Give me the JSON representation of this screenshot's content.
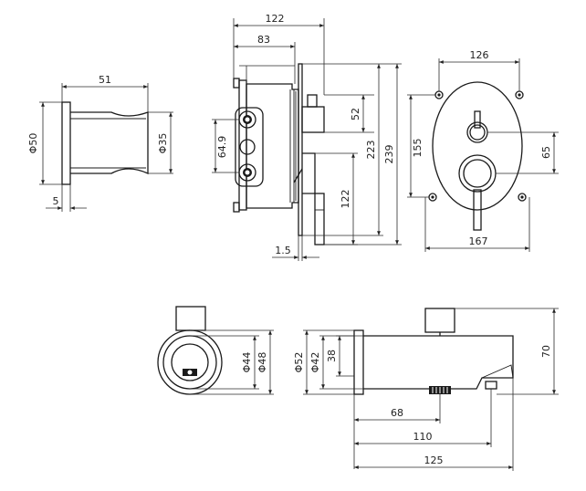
{
  "drawing": {
    "handle_side_view": {
      "length": "51",
      "head_diameter": "Φ50",
      "shaft_diameter": "Φ35",
      "flange_thickness": "5"
    },
    "body_side_view": {
      "overall_depth": "122",
      "box_depth": "83",
      "port_spacing": "64.9",
      "upper_height": "52",
      "total_height": "223",
      "plate_height": "239",
      "lower_height": "122",
      "plate_thickness": "1.5"
    },
    "front_view": {
      "plate_width": "126",
      "plate_height": "155",
      "spindle_offset": "65",
      "overall_width": "167"
    },
    "spout_end_view": {
      "inner_diameter": "Φ44",
      "outer_diameter": "Φ48"
    },
    "spout_side_view": {
      "flange_diameter": "Φ52",
      "body_diameter": "Φ42",
      "collar_height": "38",
      "height": "70",
      "outlet_length": "68",
      "length": "110",
      "overall_length": "125"
    }
  },
  "colors": {
    "line": "#1a1a1a",
    "background": "#ffffff"
  }
}
